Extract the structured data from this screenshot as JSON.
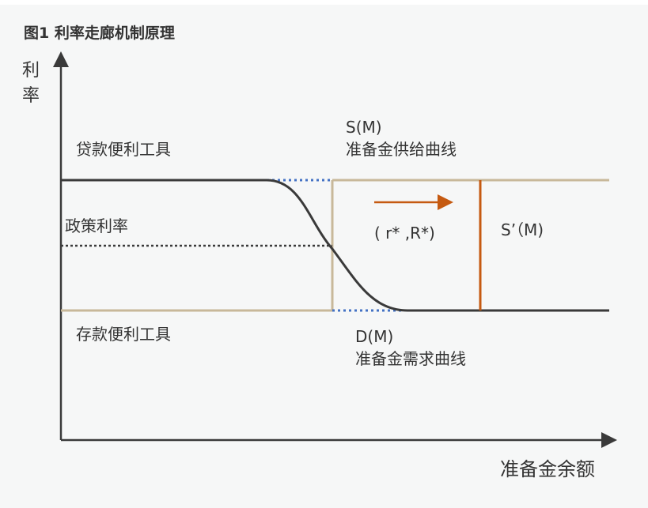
{
  "title": "图1 利率走廊机制原理",
  "y_axis_label": [
    "利",
    "率"
  ],
  "x_axis_label": "准备金余额",
  "labels": {
    "lending_facility": "贷款便利工具",
    "policy_rate": "政策利率",
    "deposit_facility": "存款便利工具",
    "supply_name": "S(M)",
    "supply_desc": "准备金供给曲线",
    "demand_name": "D(M)",
    "demand_desc": "准备金需求曲线",
    "equilibrium": "( r* ,R*)",
    "shifted_supply": "S’（M)"
  },
  "colors": {
    "curve": "#3a3a3a",
    "supply": "#c8b89a",
    "shift": "#c55a11",
    "dotted_blue": "#4472c4"
  }
}
